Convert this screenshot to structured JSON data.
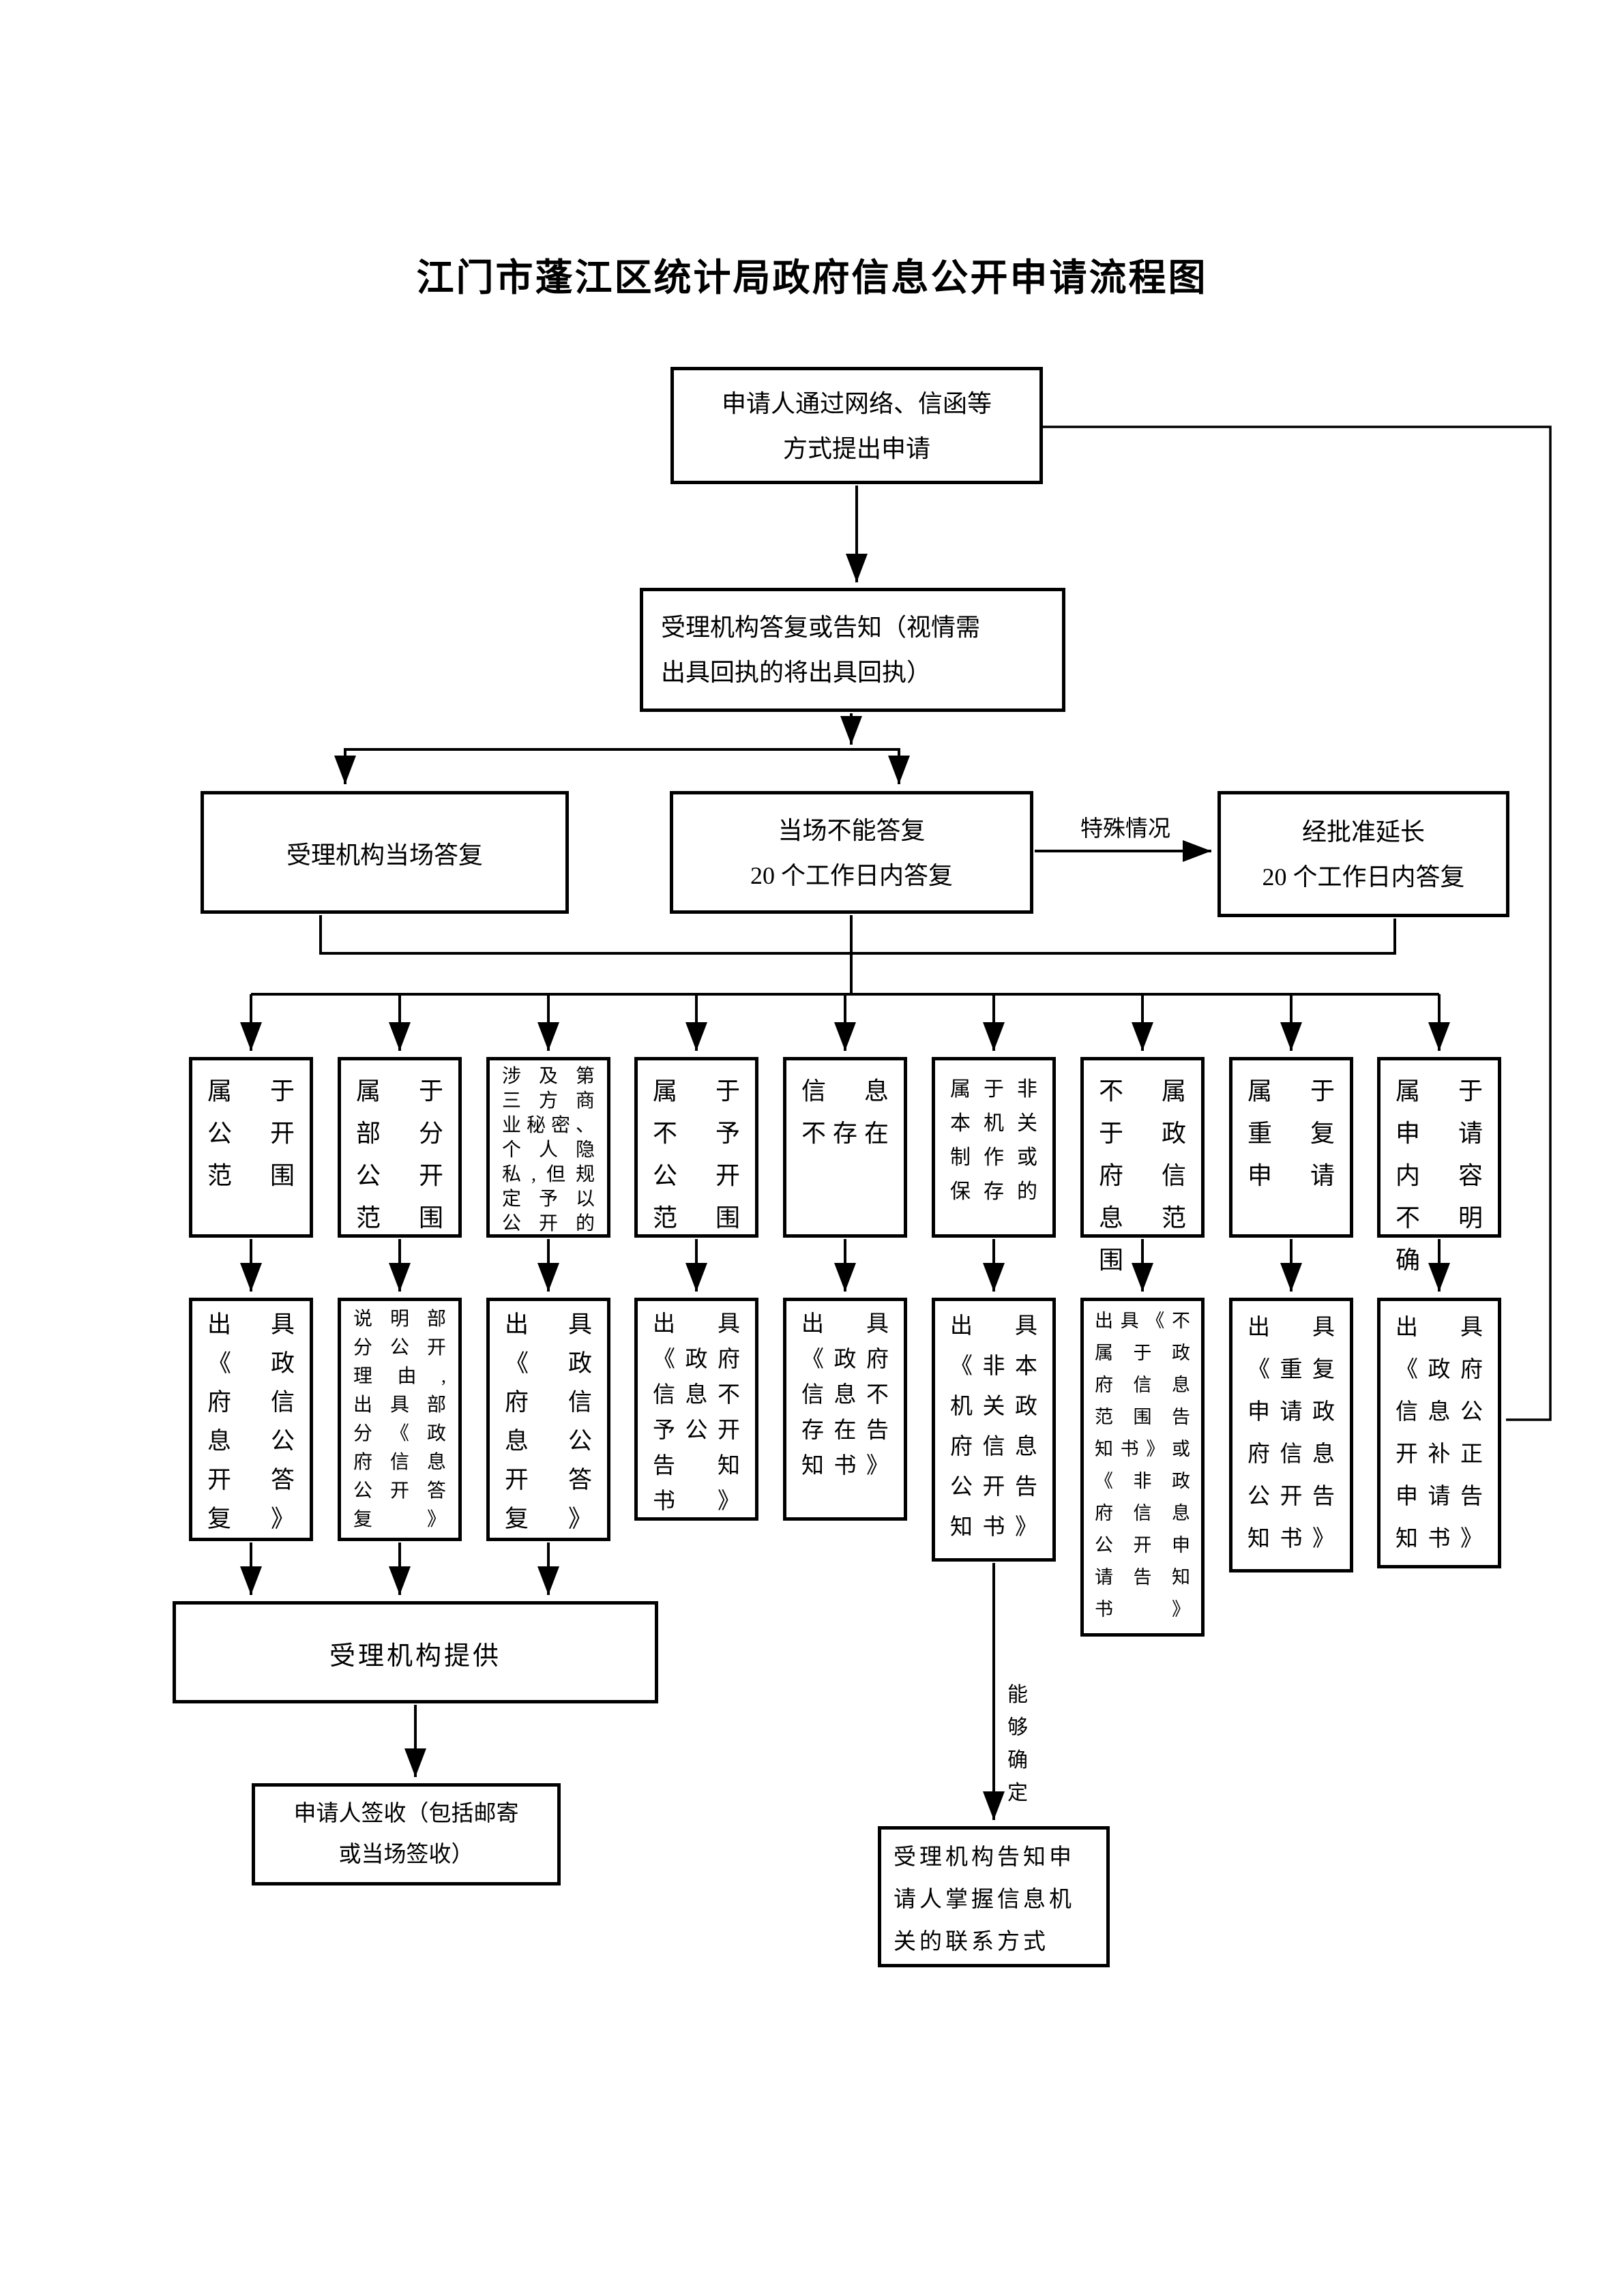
{
  "title": "江门市蓬江区统计局政府信息公开申请流程图",
  "nodes": {
    "apply": [
      "申请人通过网络、信函等",
      "方式提出申请"
    ],
    "reply": [
      "受理机构答复或告知（视情需",
      "出具回执的将出具回执）"
    ],
    "onspot": "受理机构当场答复",
    "cannot": [
      "当场不能答复",
      "20 个工作日内答复"
    ],
    "extend": [
      "经批准延长",
      "20 个工作日内答复"
    ],
    "provide": "受理机构提供",
    "sign": [
      "申请人签收（包括邮寄",
      "或当场签收）"
    ],
    "contact": [
      "受理机构告知申",
      "请人掌握信息机",
      "关的联系方式"
    ]
  },
  "labels": {
    "special_case": "特殊情况",
    "can_confirm": [
      "能",
      "够",
      "确",
      "定"
    ]
  },
  "categories": [
    [
      "属于",
      "公开",
      "范围"
    ],
    [
      "属于",
      "部分",
      "公开",
      "范围"
    ],
    [
      "涉及第",
      "三方商",
      "业秘密、",
      "个人隐",
      "私,但规",
      "定予以",
      "公开的"
    ],
    [
      "属于",
      "不予",
      "公开",
      "范围"
    ],
    [
      "信息",
      "不存在"
    ],
    [
      "属于非",
      "本机关",
      "制作或",
      "保存的"
    ],
    [
      "不属",
      "于政",
      "府信",
      "息范",
      "围"
    ],
    [
      "属于",
      "重复",
      "申请"
    ],
    [
      "属于",
      "申请",
      "内容",
      "不明",
      "确"
    ]
  ],
  "outputs": [
    [
      "出具",
      "《政",
      "府信",
      "息公",
      "开答",
      "复》"
    ],
    [
      "说明部",
      "分公开",
      "理由,",
      "出具部",
      "分《政",
      "府信息",
      "公开答",
      "复》"
    ],
    [
      "出具",
      "《政",
      "府信",
      "息公",
      "开答",
      "复》"
    ],
    [
      "出具",
      "《政府",
      "信息不",
      "予公开",
      "告知",
      "书》"
    ],
    [
      "出具",
      "《政府",
      "信息不",
      "存在告",
      "知书》"
    ],
    [
      "出具",
      "《非本",
      "机关政",
      "府信息",
      "公开告",
      "知书》"
    ],
    [
      "出具《不",
      "属于政",
      "府信息",
      "范围告",
      "知书》或",
      "《非政",
      "府信息",
      "公开申",
      "请告知",
      "书》"
    ],
    [
      "出具",
      "《重复",
      "申请政",
      "府信息",
      "公开告",
      "知书》"
    ],
    [
      "出具",
      "《政府",
      "信息公",
      "开补正",
      "申请告",
      "知书》"
    ]
  ]
}
